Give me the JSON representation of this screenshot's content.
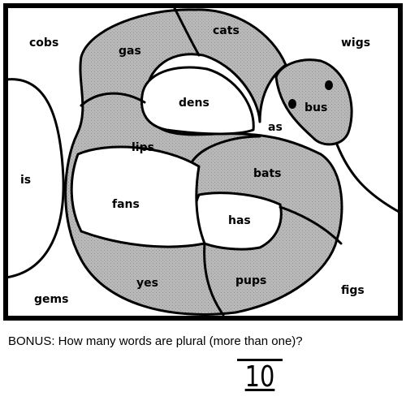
{
  "puzzle": {
    "words": {
      "cobs": "cobs",
      "gas": "gas",
      "cats": "cats",
      "wigs": "wigs",
      "dens": "dens",
      "bus": "bus",
      "as": "as",
      "is": "is",
      "lips": "lips",
      "bats": "bats",
      "fans": "fans",
      "has": "has",
      "yes": "yes",
      "pups": "pups",
      "gems": "gems",
      "figs": "figs"
    },
    "colors": {
      "snake_fill": "#b5b5b5",
      "outline": "#000000",
      "background": "#ffffff"
    }
  },
  "bonus": {
    "question": "BONUS:  How many words are plural (more than one)?",
    "answer": "10"
  }
}
